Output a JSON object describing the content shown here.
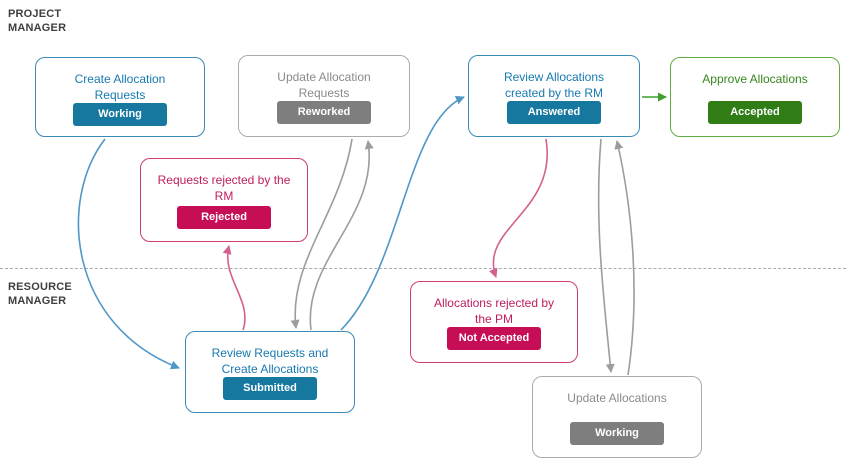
{
  "lanes": {
    "top": "PROJECT\nMANAGER",
    "bottom": "RESOURCE\nMANAGER"
  },
  "nodes": [
    {
      "title": "Create Allocation Requests",
      "badge": "Working",
      "color": "blue"
    },
    {
      "title": "Update Allocation Requests",
      "badge": "Reworked",
      "color": "gray"
    },
    {
      "title": "Review Allocations created by the RM",
      "badge": "Answered",
      "color": "blue"
    },
    {
      "title": "Approve Allocations",
      "badge": "Accepted",
      "color": "green"
    },
    {
      "title": "Requests rejected by the RM",
      "badge": "Rejected",
      "color": "pink"
    },
    {
      "title": "Allocations rejected by the PM",
      "badge": "Not Accepted",
      "color": "pink"
    },
    {
      "title": "Review Requests and Create Allocations",
      "badge": "Submitted",
      "color": "blue"
    },
    {
      "title": "Update Allocations",
      "badge": "Working",
      "color": "gray"
    }
  ],
  "edges": [
    {
      "from": "Create Allocation Requests",
      "to": "Review Requests and Create Allocations",
      "color": "blue"
    },
    {
      "from": "Review Requests and Create Allocations",
      "to": "Requests rejected by the RM",
      "color": "pink"
    },
    {
      "from": "Update Allocation Requests",
      "to": "Review Requests and Create Allocations",
      "color": "gray"
    },
    {
      "from": "Review Requests and Create Allocations",
      "to": "Update Allocation Requests",
      "color": "gray"
    },
    {
      "from": "Review Requests and Create Allocations",
      "to": "Review Allocations created by the RM",
      "color": "blue"
    },
    {
      "from": "Review Allocations created by the RM",
      "to": "Approve Allocations",
      "color": "green"
    },
    {
      "from": "Review Allocations created by the RM",
      "to": "Allocations rejected by the PM",
      "color": "pink"
    },
    {
      "from": "Review Allocations created by the RM",
      "to": "Update Allocations",
      "color": "gray"
    },
    {
      "from": "Update Allocations",
      "to": "Review Allocations created by the RM",
      "color": "gray"
    }
  ],
  "colors": {
    "blue_border": "#3c88b8",
    "blue_text": "#1779b0",
    "blue_badge": "#16789f",
    "blue_arrow": "#4f97c7",
    "gray_border": "#ababab",
    "gray_text": "#8a8a8a",
    "gray_badge": "#7e7e7e",
    "gray_arrow": "#9c9c9c",
    "pink_border": "#cf3c74",
    "pink_text": "#c01d5e",
    "pink_badge": "#c50e56",
    "pink_arrow": "#d3618f",
    "green_border": "#5fae43",
    "green_text": "#38851f",
    "green_badge": "#2f7d14",
    "green_arrow": "#3fa02e"
  }
}
